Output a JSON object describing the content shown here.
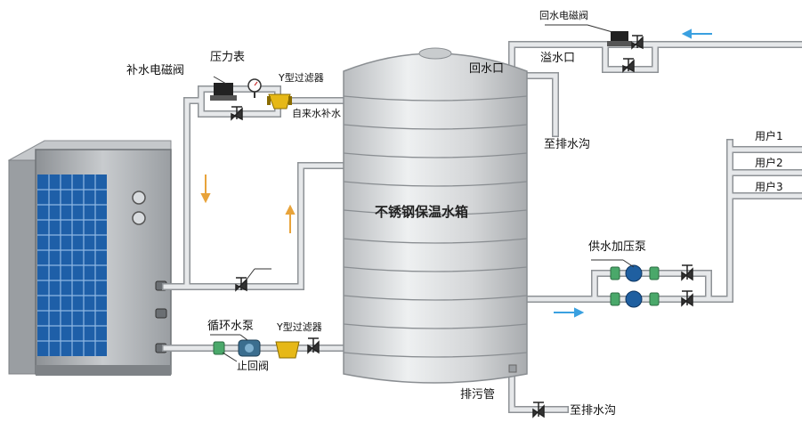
{
  "labels": {
    "return_solenoid_valve": "回水电磁阀",
    "overflow_outlet": "溢水口",
    "return_inlet": "回水口",
    "to_drain_top": "至排水沟",
    "pressure_gauge": "压力表",
    "makeup_solenoid_valve": "补水电磁阀",
    "y_filter_top": "Y型过滤器",
    "tap_water_makeup": "自来水补水",
    "tank_name": "不锈钢保温水箱",
    "user_1": "用户1",
    "user_2": "用户2",
    "user_3": "用户3",
    "supply_booster_pump": "供水加压泵",
    "circulation_pump": "循环水泵",
    "y_filter_bottom": "Y型过滤器",
    "check_valve": "止回阀",
    "sewage_pipe": "排污管",
    "to_drain_bottom": "至排水沟"
  },
  "colors": {
    "pipe": "#c9ccce",
    "tank": "#d4d6d8",
    "heat_pump_grid": "#1e5fa8",
    "flow_arrow_blue": "#3aa0e0",
    "flow_arrow_orange": "#e8a33a",
    "filter_yellow": "#e6b817",
    "pump_green": "#4aa86a",
    "valve_dark": "#222222"
  }
}
